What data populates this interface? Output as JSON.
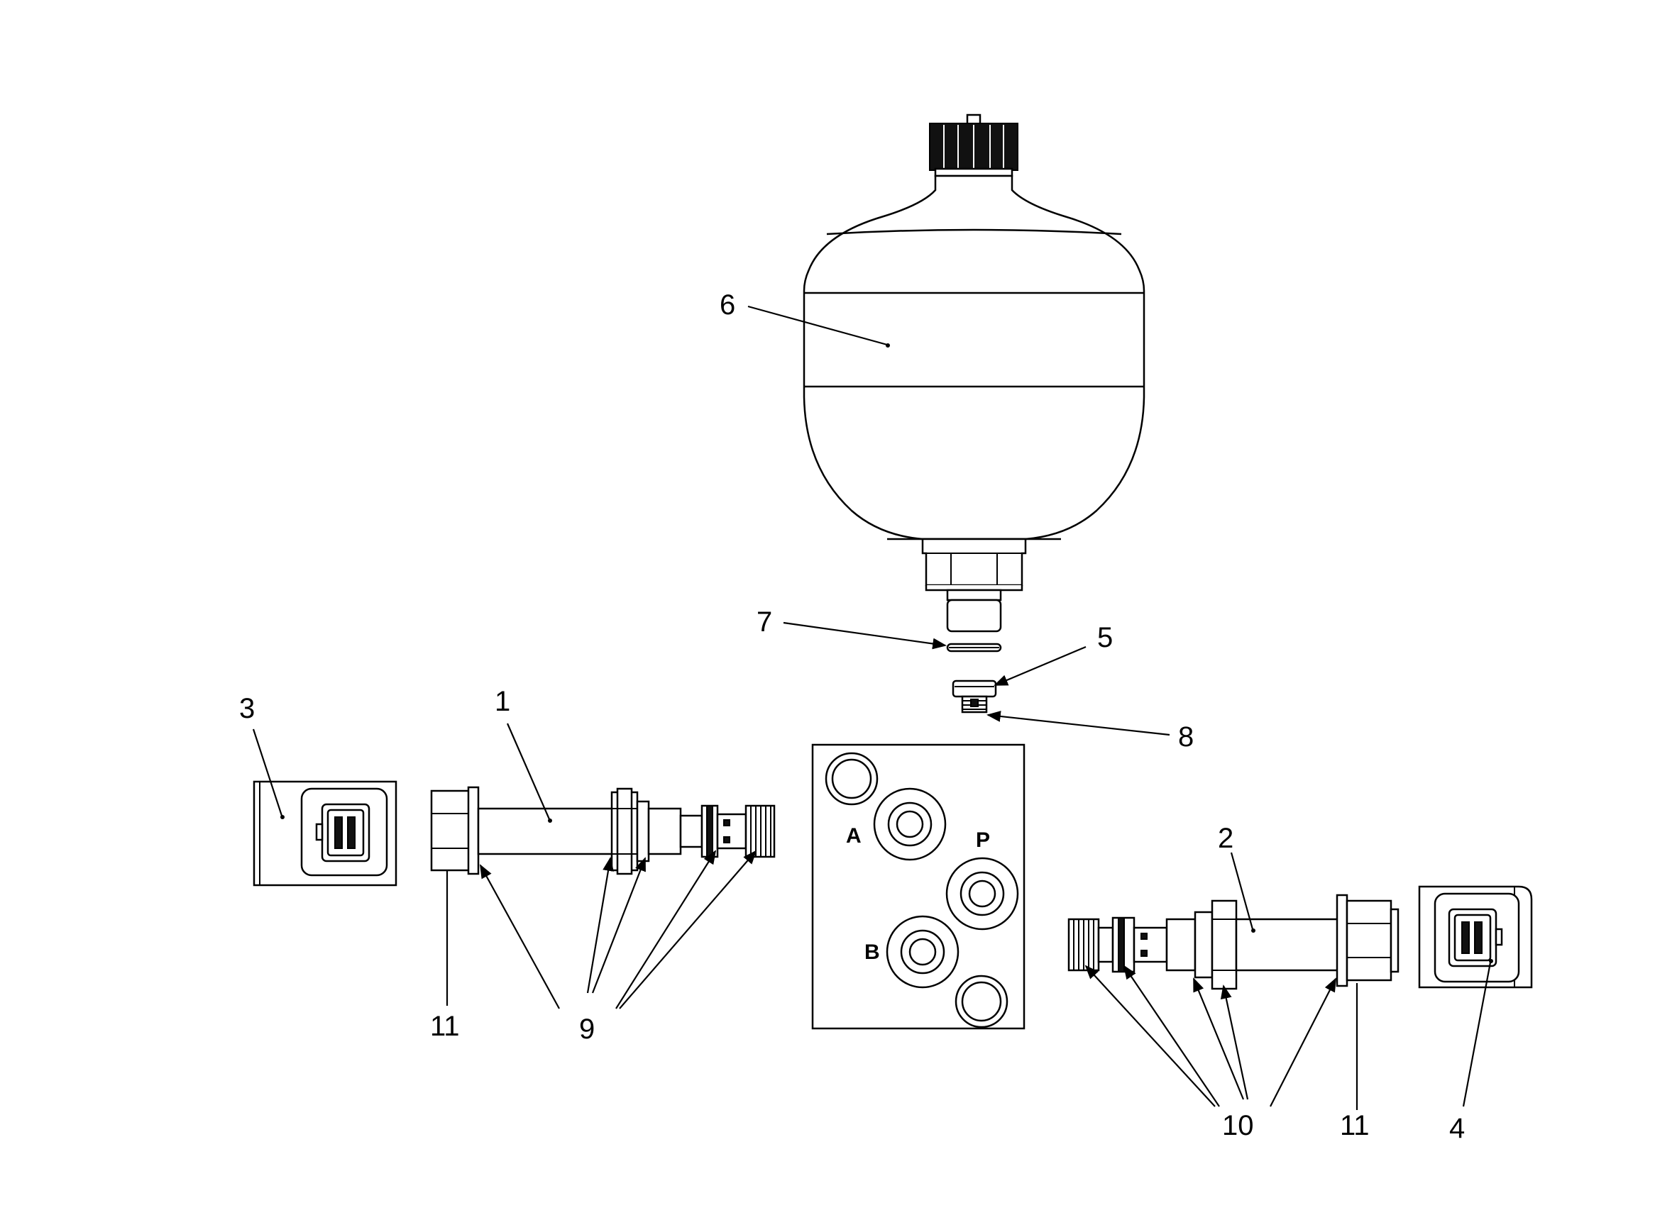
{
  "diagram": {
    "callouts": {
      "c1": "1",
      "c2": "2",
      "c3": "3",
      "c4": "4",
      "c5": "5",
      "c6": "6",
      "c7": "7",
      "c8": "8",
      "c9": "9",
      "c10": "10",
      "c11_left": "11",
      "c11_right": "11"
    },
    "ports": {
      "a": "A",
      "p": "P",
      "b": "B"
    }
  }
}
